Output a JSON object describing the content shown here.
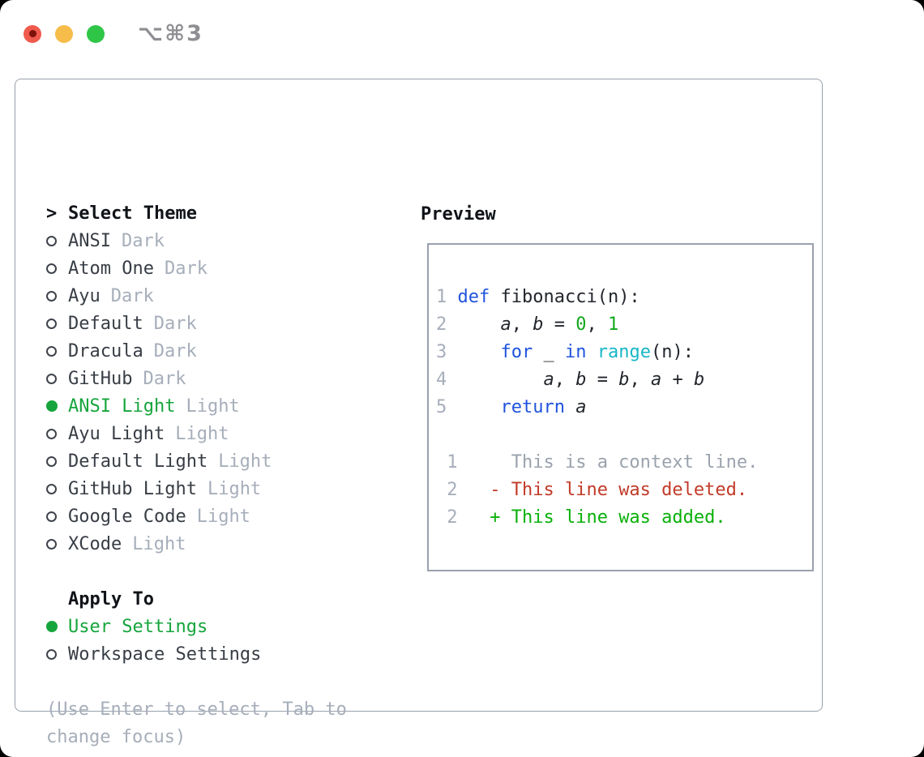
{
  "window": {
    "shortcut": "⌥⌘3",
    "traffic_lights": [
      {
        "name": "close",
        "color": "#ef5a4d"
      },
      {
        "name": "minimize",
        "color": "#f6bd4a"
      },
      {
        "name": "zoom",
        "color": "#2fc648"
      }
    ]
  },
  "colors": {
    "window_bg": "#ffffff",
    "border": "#99a1ac",
    "heading": "#101318",
    "text_dark": "#383d45",
    "muted": "#a6aeba",
    "ring": "#3f434b",
    "green_selected": "#16a53c",
    "shortcut_gray": "#8e8e93",
    "red_dot": "#7e130c",
    "code_text": "#22262c",
    "code_keyword_blue": "#1f53dd",
    "code_function_cyan": "#17b6c7",
    "code_number_green": "#12a81d",
    "line_number_gray": "#a6aeba",
    "context_gray": "#9aa2ad",
    "diff_deleted_red": "#c23a28",
    "diff_added_green": "#0ab00a"
  },
  "theme_panel": {
    "cursor": ">",
    "title": "Select Theme",
    "themes": [
      {
        "name": "ANSI",
        "variant": "Dark",
        "selected": false
      },
      {
        "name": "Atom One",
        "variant": "Dark",
        "selected": false
      },
      {
        "name": "Ayu",
        "variant": "Dark",
        "selected": false
      },
      {
        "name": "Default",
        "variant": "Dark",
        "selected": false
      },
      {
        "name": "Dracula",
        "variant": "Dark",
        "selected": false
      },
      {
        "name": "GitHub",
        "variant": "Dark",
        "selected": false
      },
      {
        "name": "ANSI Light",
        "variant": "Light",
        "selected": true
      },
      {
        "name": "Ayu Light",
        "variant": "Light",
        "selected": false
      },
      {
        "name": "Default Light",
        "variant": "Light",
        "selected": false
      },
      {
        "name": "GitHub Light",
        "variant": "Light",
        "selected": false
      },
      {
        "name": "Google Code",
        "variant": "Light",
        "selected": false
      },
      {
        "name": "XCode",
        "variant": "Light",
        "selected": false
      }
    ],
    "apply_to": {
      "title": "Apply To",
      "options": [
        {
          "name": "User Settings",
          "selected": true
        },
        {
          "name": "Workspace Settings",
          "selected": false
        }
      ]
    },
    "help_lines": [
      "(Use Enter to select, Tab to",
      "change focus)"
    ]
  },
  "preview": {
    "title": "Preview",
    "code_lines": [
      [
        {
          "t": "1 ",
          "c": "ln"
        },
        {
          "t": "def",
          "c": "kw"
        },
        {
          "t": " fibonacci(n):",
          "c": "txt"
        }
      ],
      [
        {
          "t": "2",
          "c": "ln"
        },
        {
          "t": "     ",
          "c": "txt"
        },
        {
          "t": "a",
          "c": "txt",
          "i": true
        },
        {
          "t": ", ",
          "c": "txt"
        },
        {
          "t": "b",
          "c": "txt",
          "i": true
        },
        {
          "t": " = ",
          "c": "txt"
        },
        {
          "t": "0",
          "c": "num"
        },
        {
          "t": ", ",
          "c": "txt"
        },
        {
          "t": "1",
          "c": "num"
        }
      ],
      [
        {
          "t": "3",
          "c": "ln"
        },
        {
          "t": "     ",
          "c": "txt"
        },
        {
          "t": "for",
          "c": "kw"
        },
        {
          "t": " _ ",
          "c": "txt"
        },
        {
          "t": "in",
          "c": "kw"
        },
        {
          "t": " ",
          "c": "txt"
        },
        {
          "t": "range",
          "c": "fn"
        },
        {
          "t": "(n):",
          "c": "txt"
        }
      ],
      [
        {
          "t": "4",
          "c": "ln"
        },
        {
          "t": "         ",
          "c": "txt"
        },
        {
          "t": "a",
          "c": "txt",
          "i": true
        },
        {
          "t": ", ",
          "c": "txt"
        },
        {
          "t": "b",
          "c": "txt",
          "i": true
        },
        {
          "t": " = ",
          "c": "txt"
        },
        {
          "t": "b",
          "c": "txt",
          "i": true
        },
        {
          "t": ", ",
          "c": "txt"
        },
        {
          "t": "a",
          "c": "txt",
          "i": true
        },
        {
          "t": " + ",
          "c": "txt"
        },
        {
          "t": "b",
          "c": "txt",
          "i": true
        }
      ],
      [
        {
          "t": "5",
          "c": "ln"
        },
        {
          "t": "     ",
          "c": "txt"
        },
        {
          "t": "return",
          "c": "kw"
        },
        {
          "t": " ",
          "c": "txt"
        },
        {
          "t": "a",
          "c": "txt",
          "i": true
        }
      ]
    ],
    "diff_lines": [
      [
        {
          "t": " 1",
          "c": "ln"
        },
        {
          "t": "     ",
          "c": "ctx"
        },
        {
          "t": "This is a context line.",
          "c": "ctx"
        }
      ],
      [
        {
          "t": " 2",
          "c": "ln"
        },
        {
          "t": "   ",
          "c": "txt"
        },
        {
          "t": "- This line was deleted.",
          "c": "del"
        }
      ],
      [
        {
          "t": " 2",
          "c": "ln"
        },
        {
          "t": "   ",
          "c": "txt"
        },
        {
          "t": "+ This line was added.",
          "c": "add"
        }
      ]
    ]
  }
}
